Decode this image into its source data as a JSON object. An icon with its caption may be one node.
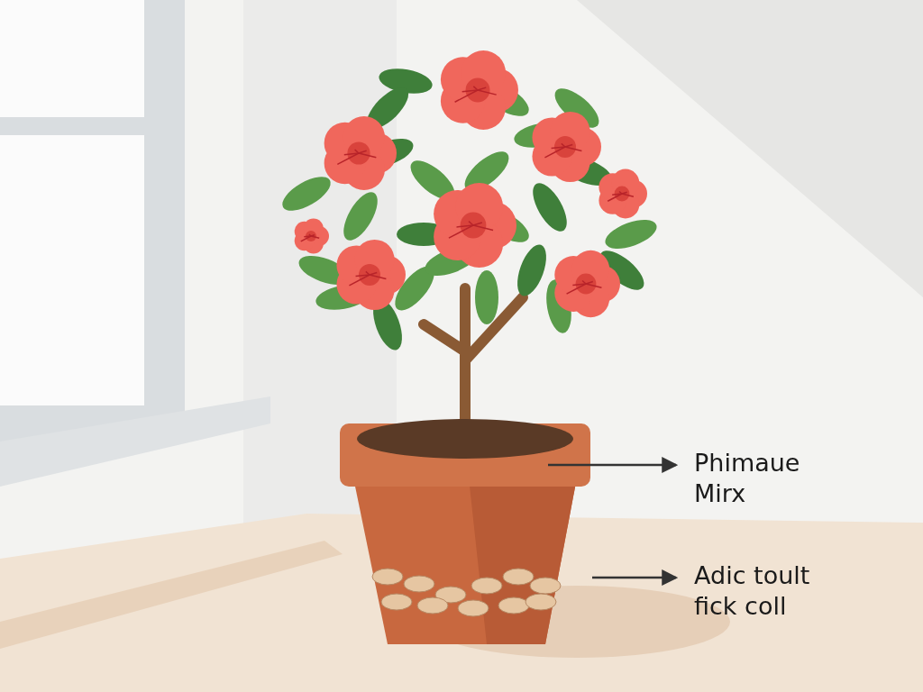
{
  "diagram": {
    "nodes": [
      {
        "text": [
          "Phimaue Mirx"
        ]
      },
      {
        "text": [
          "Adic toult fick coll"
        ]
      }
    ],
    "edges": [
      {
        "from": null,
        "to": 0,
        "arrow": "to"
      },
      {
        "from": null,
        "to": 1,
        "arrow": "to"
      }
    ]
  }
}
